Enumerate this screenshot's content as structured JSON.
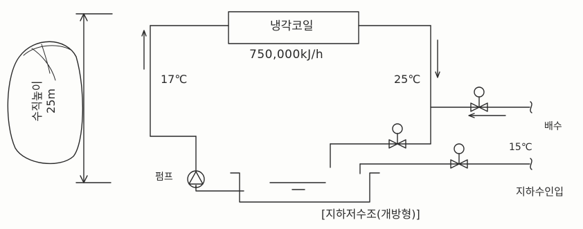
{
  "labels": {
    "cooling_coil": "냉각코일",
    "cooling_load": "750,000kJ/h",
    "supply_temp": "17℃",
    "return_temp": "25℃",
    "drain": "배수",
    "drain_temp": "15℃",
    "pump": "펌프",
    "groundwater_inlet": "지하수인입",
    "tank": "[지하저수조(개방형)]",
    "vertical_height_label": "수직높이",
    "vertical_height_value": "25m"
  }
}
